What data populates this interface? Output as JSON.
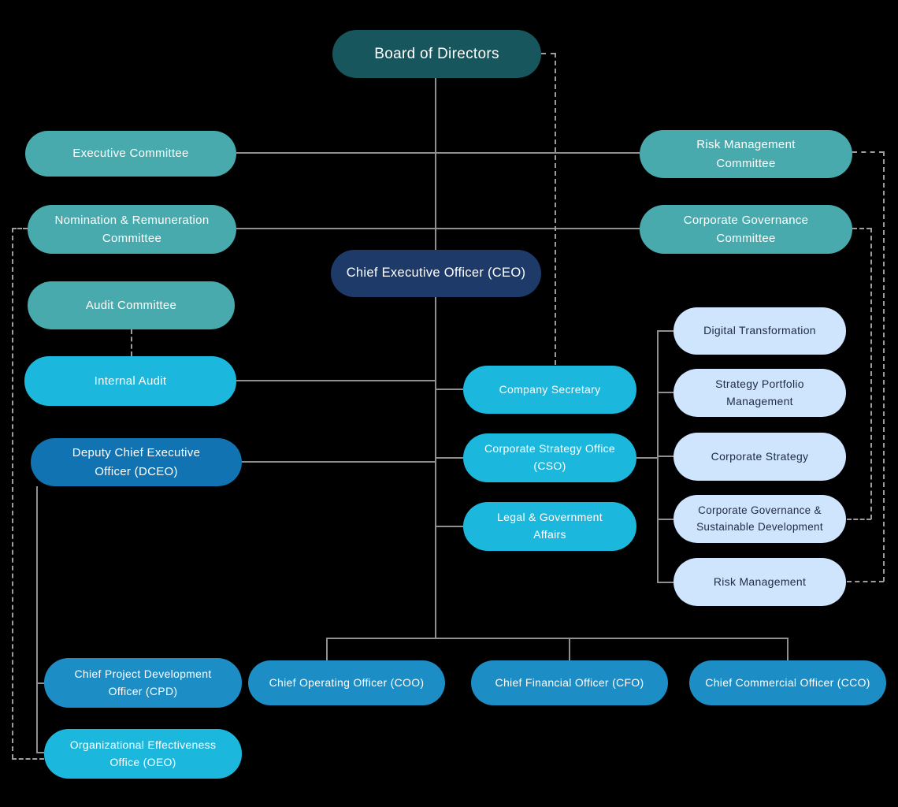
{
  "diagram": {
    "type": "org-chart",
    "palette": {
      "background": "#000000",
      "board": "#17565c",
      "committee_teal": "#49aaae",
      "ceo_navy": "#1e3a69",
      "office_cyan": "#1bb7dc",
      "executive_blue": "#1c8dc5",
      "dceo_blue": "#1173b1",
      "subfunction_lightblue": "#cfe4fd",
      "subfunction_text": "#1f2b45",
      "connector_solid": "#8f8f8f",
      "connector_dashed": "#9d9d9d"
    },
    "nodes": {
      "board": {
        "label": "Board of Directors"
      },
      "executive_committee": {
        "label": "Executive Committee"
      },
      "nomination_remuneration_committee": {
        "label": "Nomination & Remuneration\nCommittee"
      },
      "audit_committee": {
        "label": "Audit Committee"
      },
      "risk_management_committee": {
        "label": "Risk Management\nCommittee"
      },
      "corporate_governance_committee": {
        "label": "Corporate Governance\nCommittee"
      },
      "ceo": {
        "label": "Chief Executive Officer (CEO)"
      },
      "internal_audit": {
        "label": "Internal Audit"
      },
      "dceo": {
        "label": "Deputy Chief Executive\nOfficer (DCEO)"
      },
      "company_secretary": {
        "label": "Company Secretary"
      },
      "cso": {
        "label": "Corporate Strategy Office\n(CSO)"
      },
      "legal_government_affairs": {
        "label": "Legal & Government\nAffairs"
      },
      "digital_transformation": {
        "label": "Digital Transformation"
      },
      "strategy_portfolio_management": {
        "label": "Strategy Portfolio\nManagement"
      },
      "corporate_strategy": {
        "label": "Corporate Strategy"
      },
      "cg_sustainable_development": {
        "label": "Corporate Governance &\nSustainable Development"
      },
      "risk_management": {
        "label": "Risk Management"
      },
      "cpd": {
        "label": "Chief Project Development\nOfficer (CPD)"
      },
      "coo": {
        "label": "Chief Operating Officer (COO)"
      },
      "cfo": {
        "label": "Chief Financial Officer (CFO)"
      },
      "cco": {
        "label": "Chief Commercial Officer (CCO)"
      },
      "oeo": {
        "label": "Organizational Effectiveness\nOffice (OEO)"
      }
    },
    "edges": [
      {
        "from": "board",
        "to": "ceo",
        "style": "solid"
      },
      {
        "from": "board",
        "to": "executive_committee",
        "style": "solid"
      },
      {
        "from": "board",
        "to": "risk_management_committee",
        "style": "solid"
      },
      {
        "from": "board",
        "to": "nomination_remuneration_committee",
        "style": "solid"
      },
      {
        "from": "board",
        "to": "corporate_governance_committee",
        "style": "solid"
      },
      {
        "from": "board",
        "to": "company_secretary",
        "style": "dashed"
      },
      {
        "from": "audit_committee",
        "to": "internal_audit",
        "style": "dashed"
      },
      {
        "from": "nomination_remuneration_committee",
        "to": "oeo",
        "style": "dashed"
      },
      {
        "from": "risk_management_committee",
        "to": "risk_management",
        "style": "dashed"
      },
      {
        "from": "corporate_governance_committee",
        "to": "cg_sustainable_development",
        "style": "dashed"
      },
      {
        "from": "ceo",
        "to": "internal_audit",
        "style": "solid"
      },
      {
        "from": "ceo",
        "to": "company_secretary",
        "style": "solid"
      },
      {
        "from": "ceo",
        "to": "dceo",
        "style": "solid"
      },
      {
        "from": "ceo",
        "to": "cso",
        "style": "solid"
      },
      {
        "from": "ceo",
        "to": "legal_government_affairs",
        "style": "solid"
      },
      {
        "from": "ceo",
        "to": "coo",
        "style": "solid"
      },
      {
        "from": "ceo",
        "to": "cfo",
        "style": "solid"
      },
      {
        "from": "ceo",
        "to": "cco",
        "style": "solid"
      },
      {
        "from": "cso",
        "to": "digital_transformation",
        "style": "solid"
      },
      {
        "from": "cso",
        "to": "strategy_portfolio_management",
        "style": "solid"
      },
      {
        "from": "cso",
        "to": "corporate_strategy",
        "style": "solid"
      },
      {
        "from": "cso",
        "to": "cg_sustainable_development",
        "style": "solid"
      },
      {
        "from": "cso",
        "to": "risk_management",
        "style": "solid"
      },
      {
        "from": "dceo",
        "to": "cpd",
        "style": "solid"
      },
      {
        "from": "dceo",
        "to": "oeo",
        "style": "solid"
      }
    ]
  }
}
